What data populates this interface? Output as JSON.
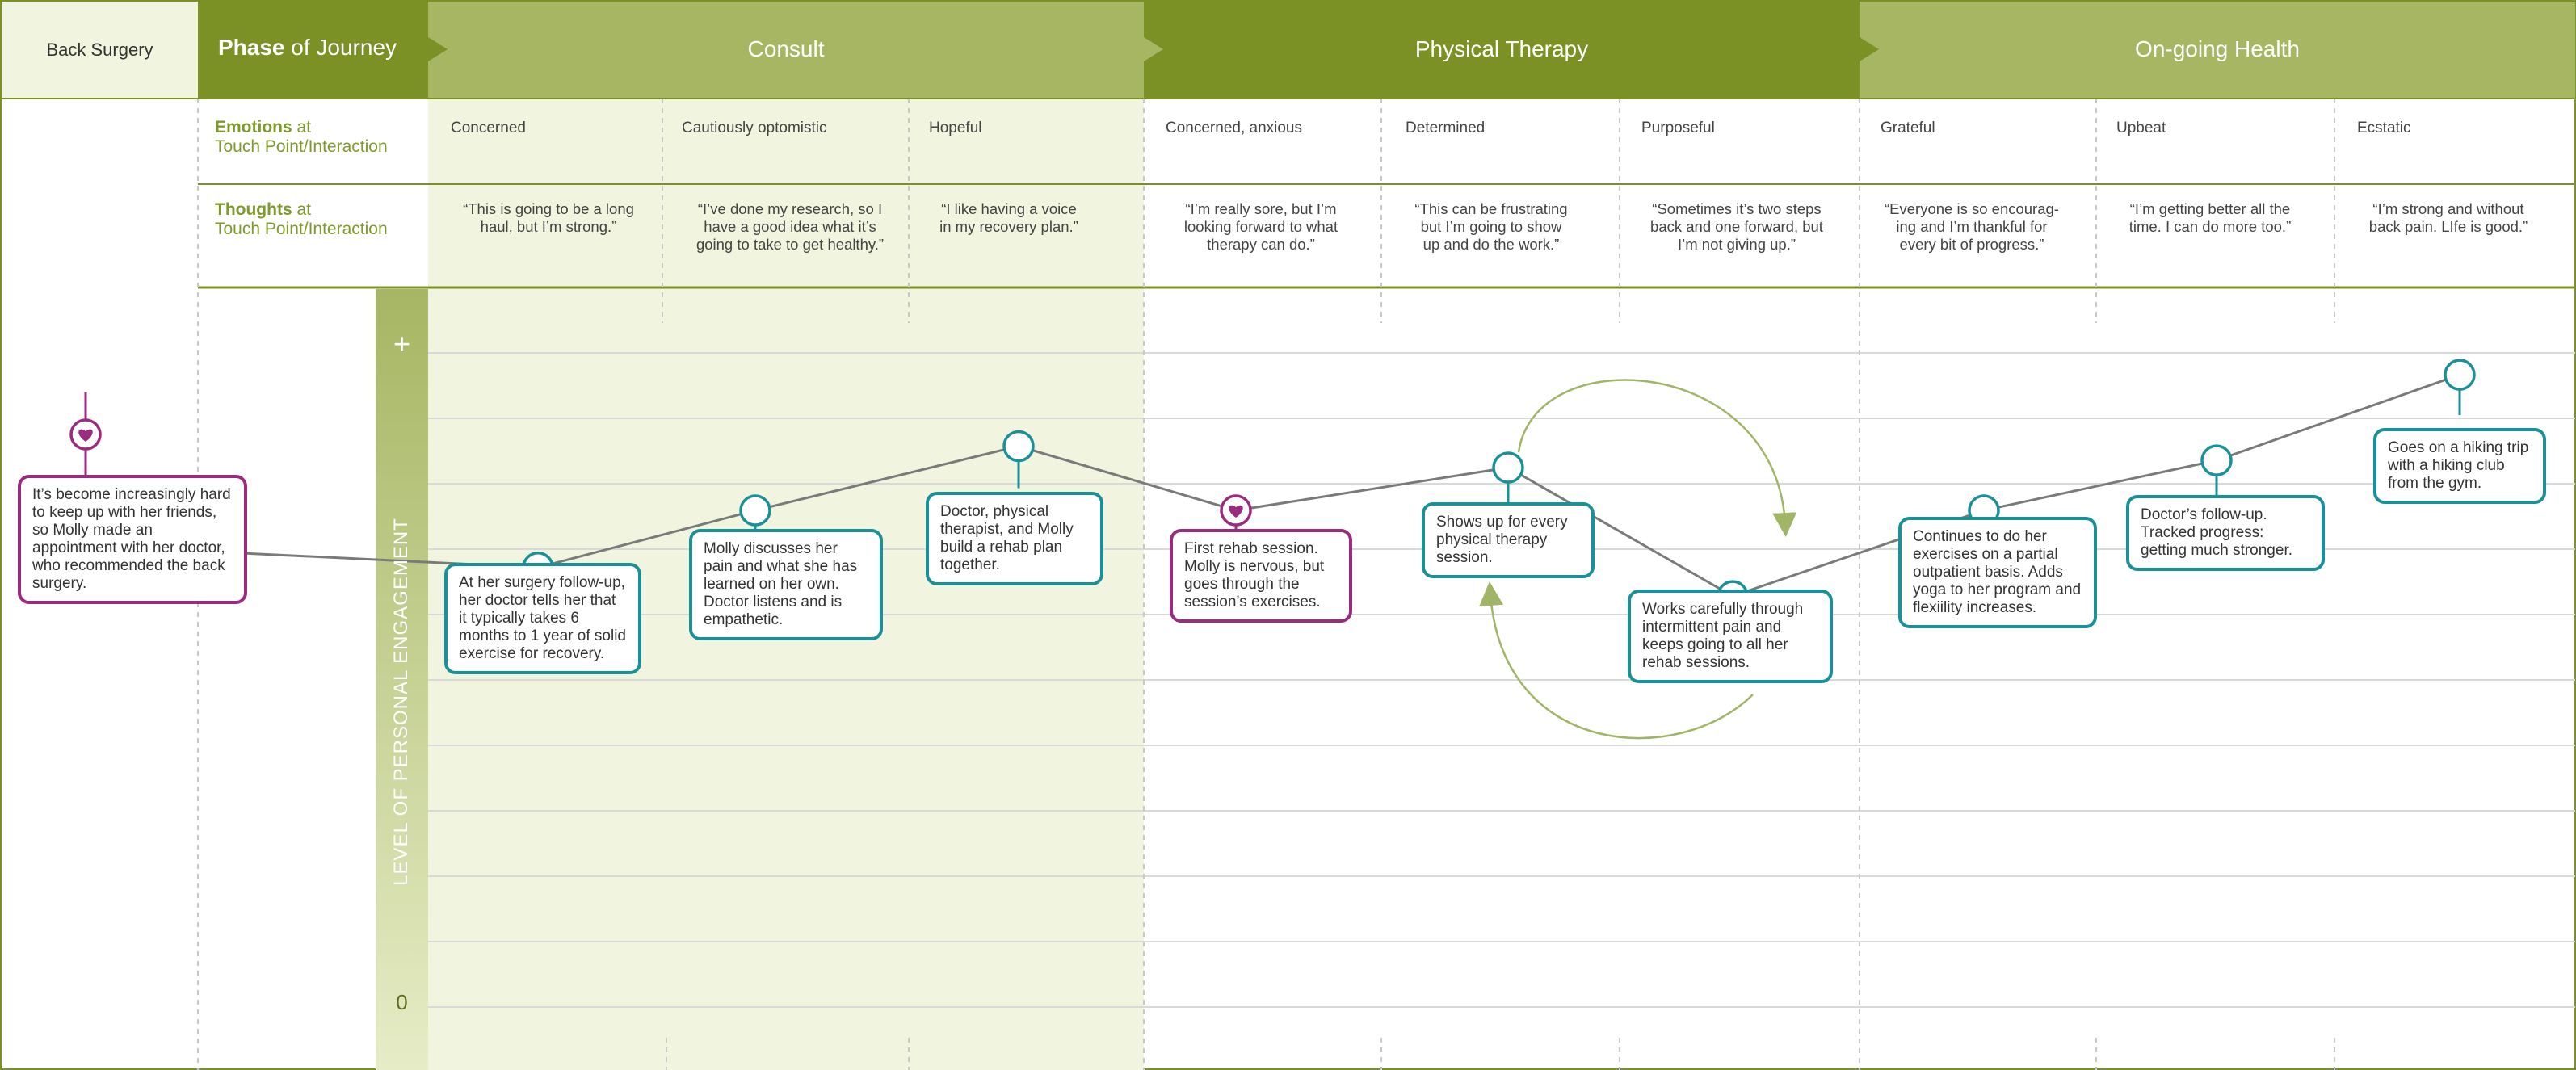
{
  "title_cell": "Back Surgery",
  "phase_header": {
    "bold": "Phase",
    "rest": " of Journey"
  },
  "phases": [
    "Consult",
    "Physical Therapy",
    "On-going Health"
  ],
  "emotions_label": {
    "bold": "Emotions",
    "rest": " at",
    "line2": "Touch Point/Interaction"
  },
  "thoughts_label": {
    "bold": "Thoughts",
    "rest": " at",
    "line2": "Touch Point/Interaction"
  },
  "emotions": [
    "Concerned",
    "Cautiously optomistic",
    "Hopeful",
    "Concerned, anxious",
    "Determined",
    "Purposeful",
    "Grateful",
    "Upbeat",
    "Ecstatic"
  ],
  "thoughts": [
    [
      "“This is going to be a long",
      "haul, but I’m strong.”"
    ],
    [
      "“I’ve done my research, so I",
      "have a good idea what it’s",
      "going to take to get healthy.”"
    ],
    [
      "“I like having a voice",
      "in my recovery plan.”"
    ],
    [
      "“I’m really sore, but I’m",
      "looking forward to what",
      "therapy can do.”"
    ],
    [
      "“This can be frustrating",
      "but I’m going to show",
      "up and do the work.”"
    ],
    [
      "“Sometimes it’s two steps",
      "back and one forward, but",
      "I’m not giving up.”"
    ],
    [
      "“Everyone is so encourag-",
      "ing and I’m thankful for",
      "every bit of progress.”"
    ],
    [
      "“I’m getting better all the",
      "time. I can do more too.”"
    ],
    [
      "“I’m strong and without",
      "back pain. LIfe is good.”"
    ]
  ],
  "axis": {
    "label": "LEVEL OF PERSONAL ENGAGEMENT",
    "top": "+",
    "bottom": "0"
  },
  "engagement": [
    {
      "step": "Pre-journey",
      "level": 0.63,
      "marker": "heart",
      "text": "It’s become increasingly hard to keep up with her friends, so Molly made an appointment with her doctor, who recommended the back surgery."
    },
    {
      "step": 1,
      "level": 0.61,
      "marker": "circle",
      "text": "At her surgery follow-up, her doctor tells her that it typically takes 6 months to 1 year of solid exercise for recovery."
    },
    {
      "step": 2,
      "level": 0.69,
      "marker": "circle",
      "text": "Molly discusses her pain and what she has learned on her own. Doctor listens and is empathetic."
    },
    {
      "step": 3,
      "level": 0.78,
      "marker": "circle",
      "text": "Doctor, physical therapist, and Molly build a rehab plan together."
    },
    {
      "step": 4,
      "level": 0.69,
      "marker": "heart",
      "text": "First rehab session. Molly is nervous, but goes through the session’s exercises."
    },
    {
      "step": 5,
      "level": 0.75,
      "marker": "circle",
      "text": "Shows up for every physical therapy session."
    },
    {
      "step": 6,
      "level": 0.57,
      "marker": "circle",
      "text": "Works carefully through intermittent pain and keeps going to all her rehab sessions."
    },
    {
      "step": 7,
      "level": 0.69,
      "marker": "circle",
      "text": "Continues to do her exercises on a partial outpatient basis. Adds yoga to her program and flexiility increases."
    },
    {
      "step": 8,
      "level": 0.76,
      "marker": "circle",
      "text": "Doctor’s follow-up. Tracked progress: getting much stronger."
    },
    {
      "step": 9,
      "level": 0.88,
      "marker": "circle",
      "text": "Goes on a hiking trip with a hiking club from the gym."
    }
  ],
  "colors": {
    "phase_dark": "#7b9126",
    "phase_light": "#a6b663",
    "consult_bg": "#f1f4de",
    "teal": "#1a9198",
    "magenta": "#9b2b7f",
    "line": "#7a7a7a",
    "arrow": "#a1b566"
  }
}
